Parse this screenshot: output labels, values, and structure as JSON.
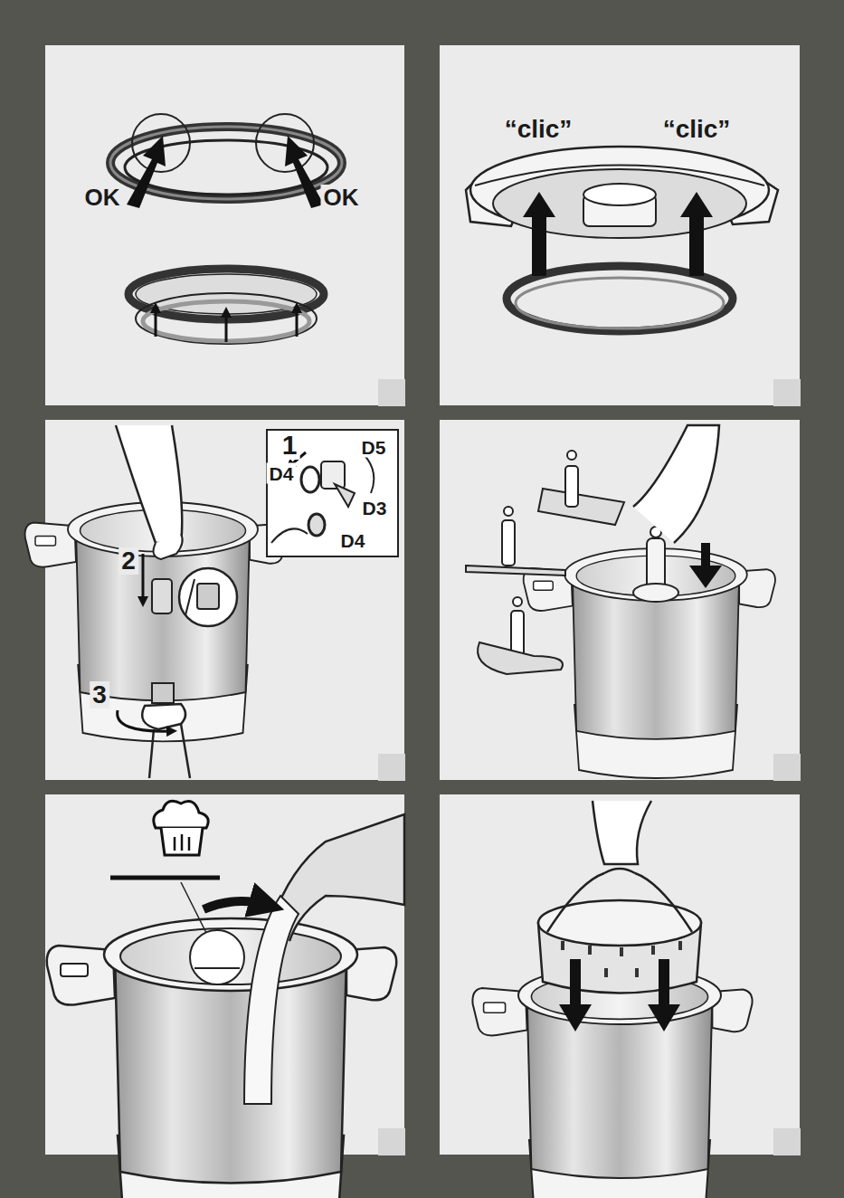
{
  "diagram": {
    "labels": [
      "OK",
      "OK",
      "“clic”",
      "“clic”",
      "1",
      "D5",
      "D4",
      "D3",
      "D4",
      "2",
      "3"
    ]
  }
}
